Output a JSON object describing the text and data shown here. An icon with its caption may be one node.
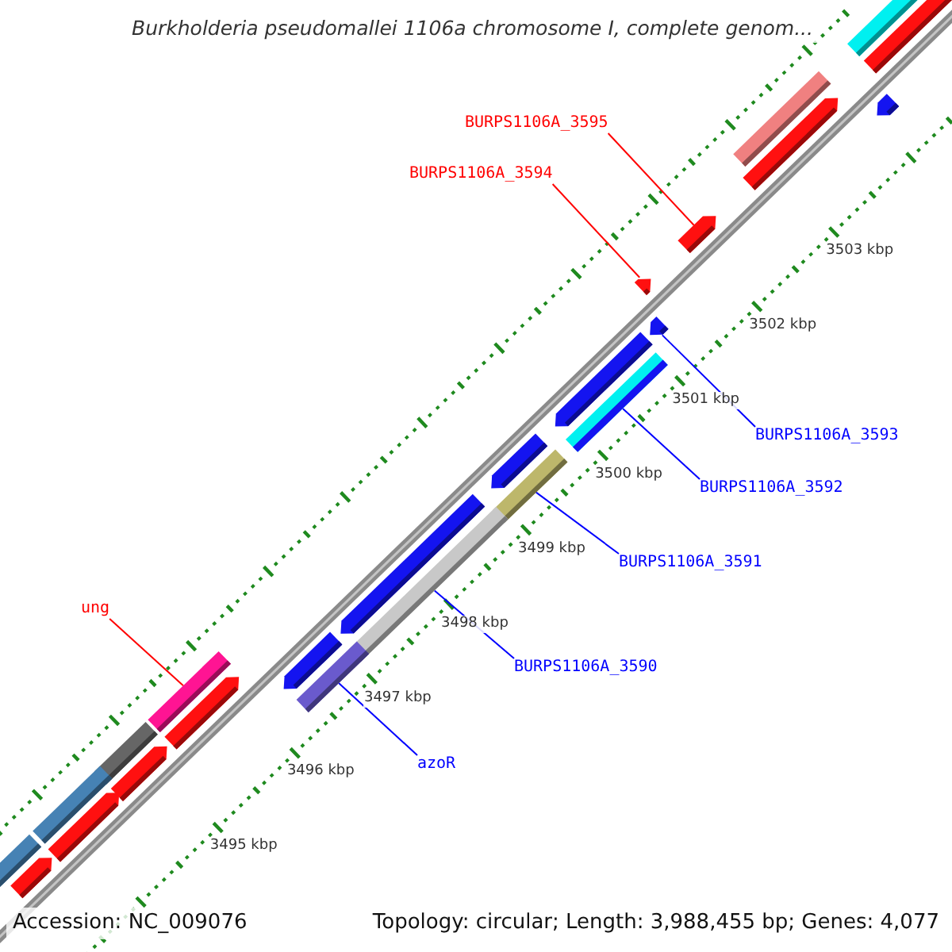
{
  "diagram": {
    "title": "Burkholderia pseudomallei 1106a chromosome I, complete genom...",
    "nodes": [
      {
        "text": [
          "BURPS1106A_3595"
        ]
      },
      {
        "text": [
          "BURPS1106A_3594"
        ]
      },
      {
        "text": [
          "BURPS1106A_3593"
        ]
      },
      {
        "text": [
          "BURPS1106A_3592"
        ]
      },
      {
        "text": [
          "BURPS1106A_3591"
        ]
      },
      {
        "text": [
          "ung"
        ]
      },
      {
        "text": [
          "BURPS1106A_3590"
        ]
      },
      {
        "text": [
          "azoR"
        ]
      },
      {
        "text": [],
        "shape": "arrow"
      },
      {
        "text": [],
        "shape": "arrow"
      },
      {
        "text": [],
        "shape": "arrow"
      },
      {
        "text": [],
        "shape": "bar"
      },
      {
        "text": [],
        "shape": "bar"
      },
      {
        "text": [],
        "shape": "bar"
      },
      {
        "text": [],
        "shape": "bar"
      },
      {
        "text": [],
        "shape": "bar"
      },
      {
        "text": [],
        "shape": "arrow"
      },
      {
        "text": [],
        "shape": "arrow"
      },
      {
        "text": [],
        "shape": "arrow"
      },
      {
        "text": [],
        "shape": "arrow"
      },
      {
        "text": [],
        "shape": "arrow"
      },
      {
        "text": [],
        "shape": "arrow"
      },
      {
        "text": [],
        "shape": "arrow"
      },
      {
        "text": [],
        "shape": "arrow"
      },
      {
        "text": [],
        "shape": "arrow"
      },
      {
        "text": [],
        "shape": "arrow"
      },
      {
        "text": [],
        "shape": "arrow"
      },
      {
        "text": [],
        "shape": "bar"
      },
      {
        "text": [],
        "shape": "bar"
      },
      {
        "text": [],
        "shape": "bar"
      },
      {
        "text": [],
        "shape": "bar"
      },
      {
        "text": [],
        "shape": "bar"
      }
    ],
    "edges": [
      {
        "from": 0,
        "to": 8,
        "arrow": "none",
        "color": "#ff0000"
      },
      {
        "from": 1,
        "to": 9,
        "arrow": "none",
        "color": "#ff0000"
      },
      {
        "from": 2,
        "to": 10,
        "arrow": "none"
      },
      {
        "from": 3,
        "to": 11,
        "arrow": "none"
      },
      {
        "from": 4,
        "to": 12,
        "arrow": "none"
      },
      {
        "from": 5,
        "to": 15,
        "arrow": "none",
        "color": "#ff0000"
      },
      {
        "from": 6,
        "to": 13,
        "arrow": "none"
      },
      {
        "from": 7,
        "to": 14,
        "arrow": "none"
      }
    ],
    "labels": [
      "3503 kbp",
      "3502 kbp",
      "3501 kbp",
      "3500 kbp",
      "3499 kbp",
      "3498 kbp",
      "3497 kbp",
      "3496 kbp",
      "3495 kbp",
      "Accession: NC_009076",
      "Topology: circular; Length: 3,988,455 bp; Genes: 4,077"
    ]
  }
}
